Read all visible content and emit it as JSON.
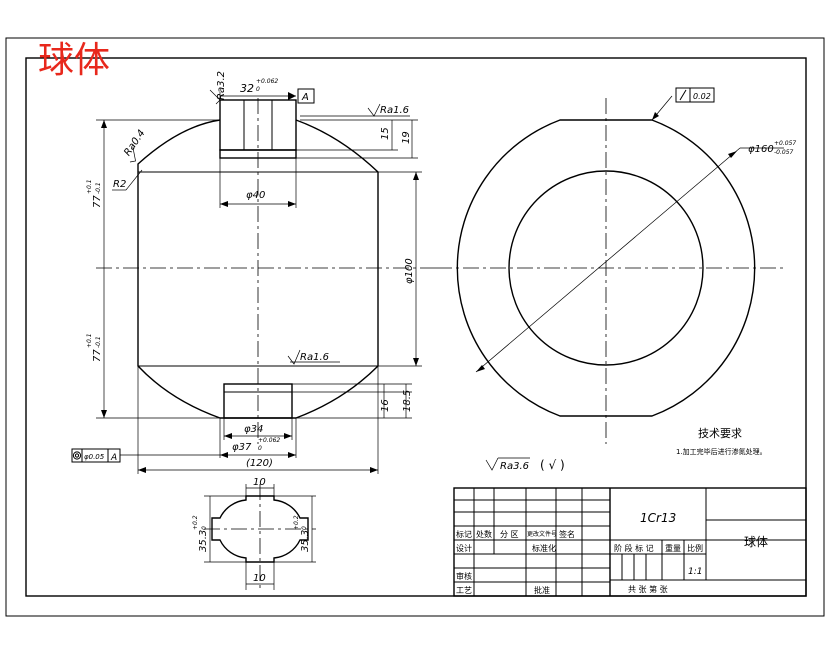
{
  "header": {
    "title": "球体",
    "title_color": "#e8281c"
  },
  "front_view": {
    "top_neck_width": "32",
    "top_neck_tol_upper": "+0.062",
    "top_neck_tol_lower": "0",
    "datum_label": "A",
    "ra_top_left": "Ra3.2",
    "ra_top_right": "Ra1.6",
    "dim_15": "15",
    "dim_19": "19",
    "ra_left_arc": "Ra0.4",
    "radius": "R2",
    "dia_40": "φ40",
    "dia_100": "φ100",
    "half_height": "77",
    "half_height_tol_upper": "+0.1",
    "half_height_tol_lower": "-0.1",
    "half_height_lower": "77",
    "half_height_lower_tol_upper": "+0.1",
    "half_height_lower_tol_lower": "-0.1",
    "ra_bottom": "Ra1.6",
    "dim_16": "16",
    "dim_18_5": "18.5",
    "dia_34": "φ34",
    "dia_37": "φ37",
    "dia_37_tol_upper": "+0.062",
    "dia_37_tol_lower": "0",
    "concentricity_value": "φ0.05",
    "concentricity_datum": "A",
    "overall_width": "(120)"
  },
  "side_view": {
    "runout_value": "0.02",
    "dia_160": "φ160",
    "dia_160_tol_upper": "+0.057",
    "dia_160_tol_lower": "-0.057"
  },
  "section_view": {
    "width_top": "10",
    "width_bottom": "10",
    "height_left": "35.3",
    "height_left_tol_upper": "+0.2",
    "height_left_tol_lower": "0",
    "height_right": "35.3",
    "height_right_tol_upper": "+0.2",
    "height_right_tol_lower": "0"
  },
  "notes": {
    "title": "技术要求",
    "line1": "1.加工完毕后进行渗氮处理。",
    "general_roughness": "Ra3.6",
    "general_roughness_paren": "( √ )"
  },
  "title_block": {
    "material": "1Cr13",
    "part_name": "球体",
    "hdr_mark": "标记",
    "hdr_count": "处数",
    "hdr_zone": "分 区",
    "hdr_doc": "更改文件号",
    "hdr_sign": "签名",
    "design": "设计",
    "standard": "标准化",
    "check": "审核",
    "process": "工艺",
    "approve": "批准",
    "stage_mark": "阶 段 标 记",
    "weight": "重量",
    "scale": "比例",
    "scale_value": "1:1",
    "sheets": "共   张   第   张"
  }
}
